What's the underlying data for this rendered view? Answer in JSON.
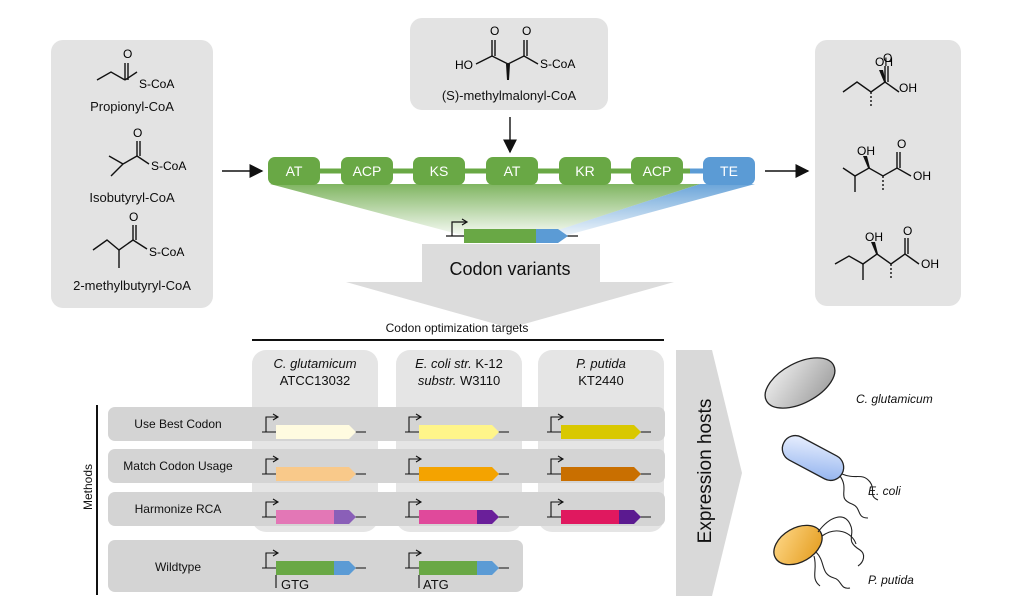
{
  "substrates": [
    {
      "name": "Propionyl-CoA",
      "group": "S-CoA"
    },
    {
      "name": "Isobutyryl-CoA",
      "group": "S-CoA"
    },
    {
      "name": "2-methylbutyryl-CoA",
      "group": "S-CoA"
    }
  ],
  "extender": {
    "name": "(S)-methylmalonyl-CoA",
    "group": "S-CoA",
    "ho": "HO"
  },
  "products": {
    "oh": "OH"
  },
  "domains": [
    {
      "label": "AT",
      "color": "#69a845"
    },
    {
      "label": "ACP",
      "color": "#69a845"
    },
    {
      "label": "KS",
      "color": "#69a845"
    },
    {
      "label": "AT",
      "color": "#69a845"
    },
    {
      "label": "KR",
      "color": "#69a845"
    },
    {
      "label": "ACP",
      "color": "#69a845"
    },
    {
      "label": "TE",
      "color": "#5b9bd5"
    }
  ],
  "codon_variants_label": "Codon variants",
  "targets_title": "Codon optimization targets",
  "targets": [
    {
      "line1_italic": "C. glutamicum",
      "line1_rest": "",
      "line2_italic": "",
      "line2_rest": "ATCC13032"
    },
    {
      "line1_italic": "E. coli str.",
      "line1_rest": " K-12",
      "line2_italic": "substr.",
      "line2_rest": " W3110"
    },
    {
      "line1_italic": "P. putida",
      "line1_rest": "",
      "line2_italic": "",
      "line2_rest": "KT2440"
    }
  ],
  "methods_label": "Methods",
  "methods": [
    "Use Best Codon",
    "Match Codon Usage",
    "Harmonize RCA"
  ],
  "wildtype": {
    "label": "Wildtype",
    "start_codons": [
      "GTG",
      "ATG"
    ]
  },
  "expression_hosts_label": "Expression hosts",
  "hosts": [
    "C. glutamicum",
    "E. coli",
    "P. putida"
  ],
  "colors": {
    "green": "#69a845",
    "blue": "#5b9bd5",
    "best": [
      "#fffbe0",
      "#fff58a",
      "#d9c800"
    ],
    "match": [
      "#f9c98a",
      "#f4a300",
      "#c96f00"
    ],
    "harmonize_main": [
      "#e377b6",
      "#e0499b",
      "#e0185f"
    ],
    "harmonize_end": [
      "#8a5fb8",
      "#6a1f9a",
      "#5b1a90"
    ]
  }
}
